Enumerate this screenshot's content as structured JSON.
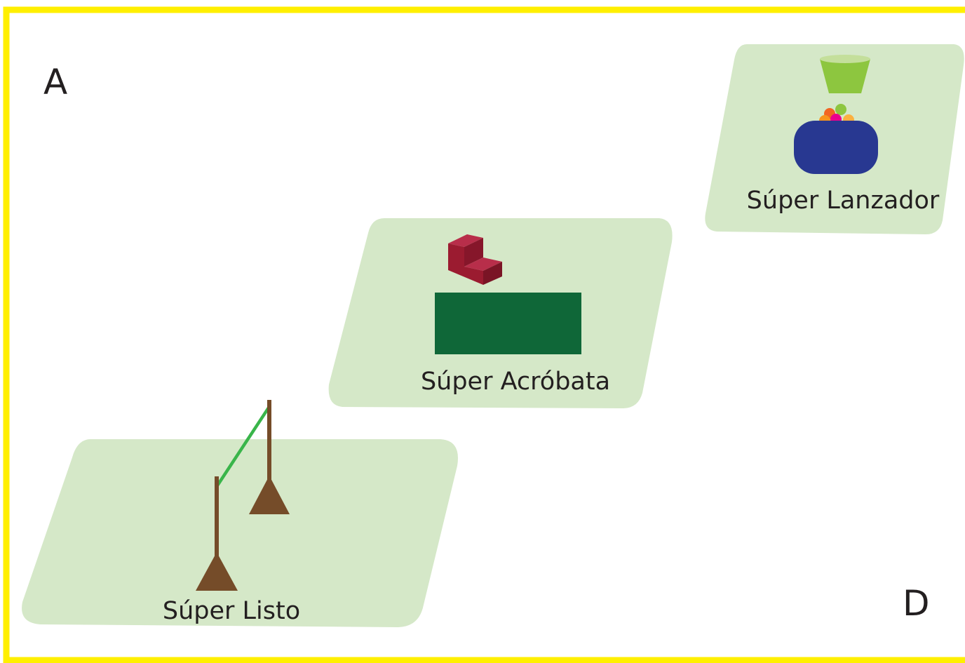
{
  "corner_labels": {
    "top_left": "A",
    "bottom_right": "D"
  },
  "stations": [
    {
      "id": "listo",
      "label": "Súper Listo"
    },
    {
      "id": "acrobata",
      "label": "Súper Acróbata"
    },
    {
      "id": "lanzador",
      "label": "Súper Lanzador"
    }
  ],
  "colors": {
    "frame": "#ffef00",
    "pad": "#d5e8c8",
    "pole": "#754c29",
    "rope": "#39b54a",
    "mat": "#0f6738",
    "step_block": "#9b1b30",
    "bucket": "#8dc63f",
    "basket": "#283891"
  },
  "icons": [
    "pole-with-rope-icon",
    "step-block-icon",
    "mat-icon",
    "bucket-icon",
    "basket-icon",
    "balls-icon"
  ]
}
